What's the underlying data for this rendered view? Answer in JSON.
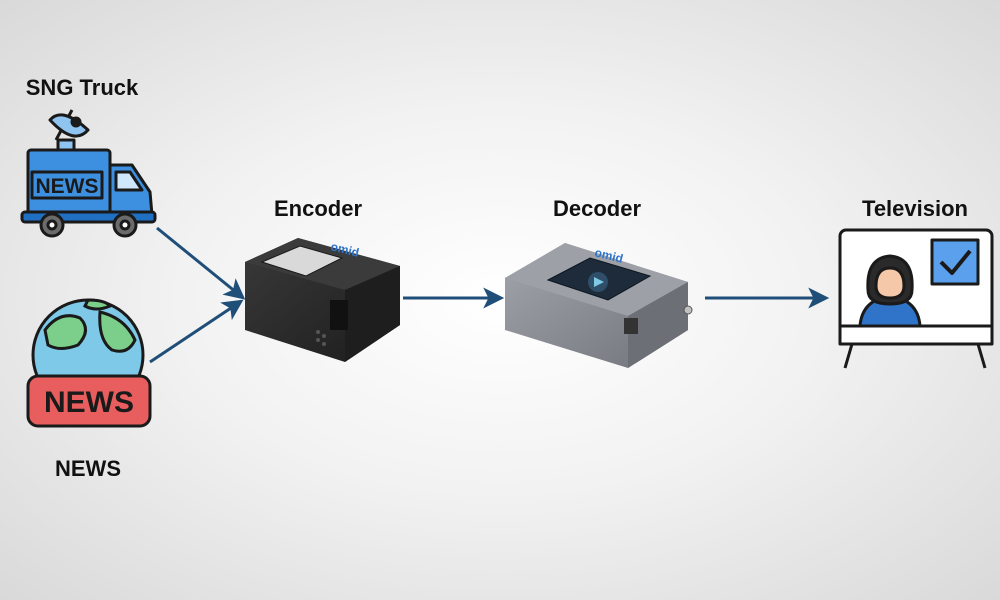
{
  "nodes": {
    "sng_truck": {
      "label": "SNG Truck",
      "badge": "NEWS"
    },
    "news": {
      "label": "NEWS",
      "badge": "NEWS"
    },
    "encoder": {
      "label": "Encoder",
      "brand": "omid"
    },
    "decoder": {
      "label": "Decoder",
      "brand": "omid"
    },
    "television": {
      "label": "Television"
    }
  },
  "colors": {
    "arrow": "#1f4e79",
    "truck_blue": "#3d8fe0",
    "badge_red": "#e85d5d",
    "globe_ocean": "#7ec8e8",
    "globe_land": "#7ccf8a",
    "tv_blue": "#2f74c8",
    "encoder_body": "#2b2b2b",
    "decoder_body": "#8a8d93"
  },
  "icons": [
    "satellite-dish-icon",
    "truck-icon",
    "globe-icon",
    "check-icon",
    "play-icon"
  ]
}
